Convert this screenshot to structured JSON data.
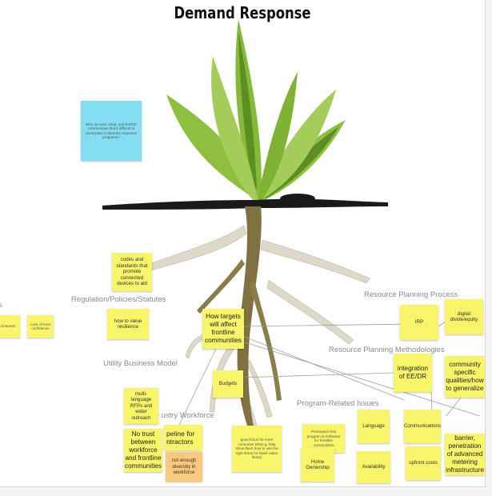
{
  "title": "Demand Response",
  "colors": {
    "leaf": "#8fbf3f",
    "leaf_dark": "#5b8f23",
    "stem": "#7f7240",
    "root_light": "#ddd8c8",
    "soil": "#1a1a1a",
    "sticky": "#f8f56a",
    "blue_note": "#84def3",
    "orange_note": "#fbc97c"
  },
  "categories": {
    "cut_left": "s",
    "regulation": "Regulation/Policies/Statutes",
    "utility": "Utility Business Model",
    "workforce": "D     ustry Workforce",
    "resource_process": "Resource Planning Process",
    "resource_methods": "Resource Planning Methodologies",
    "program": "Program-Related Issues"
  },
  "notes": {
    "question": "Why do rural, tribal, and EJ/DIC communities find it difficult to participate in demand response programs?",
    "codes": "codes and standards that promote connected devices to aid",
    "value_resilience": "how to value resilience",
    "left_cut_1": "consumer",
    "left_cut_2": "Lack of trust confidence",
    "targets": "How targets will affect frontline communities",
    "budgets": "Budgets",
    "multilingual": "multi-language RFPs and wider outreach",
    "no_trust": "No trust between workforce and frontline communities",
    "pipeline": "peline for ntractors",
    "not_enough": "not enough diversity in workforce",
    "consumer_dr": "good focus for more consumer DR(e.g. help show them how to use the right items for lower value items)",
    "irp": "IRP",
    "digital": "digital divide/equity",
    "integration": "integration of EE/DR",
    "community": "community specific qualities/how to generalize",
    "perception": "Perception that program is irrelevant for frontline communities",
    "language": "Language",
    "communications": "Communications",
    "home_ownership": "Home Ownership",
    "availability": "Availability",
    "upfront": "upfront costs",
    "barrier": "barrier, penetration of advanced metering infrastructure"
  }
}
